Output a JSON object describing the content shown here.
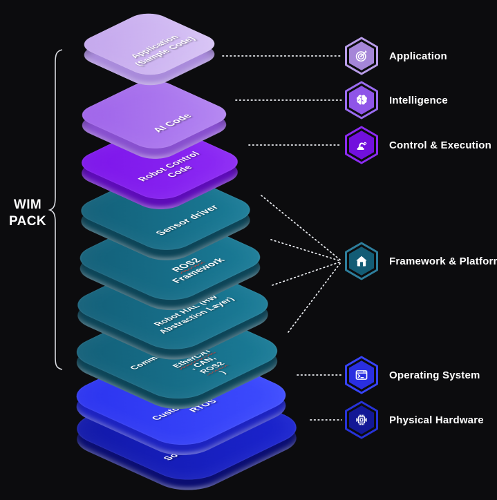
{
  "title": {
    "line1": "WIM",
    "line2": "PACK"
  },
  "layers": [
    {
      "name": "soc",
      "lines": [
        "SoC(System on Chip)"
      ],
      "top_color_a": "#1118a6",
      "top_color_b": "#1c25d2",
      "side_color": "#0b0e72"
    },
    {
      "name": "custom-rt-kernel",
      "lines": [
        "Custom RT Kernel,",
        "RTOS"
      ],
      "top_color_a": "#2a32ee",
      "top_color_b": "#3f4eff",
      "side_color": "#1d23c0"
    },
    {
      "name": "communication-code",
      "lines": [
        "Communication Code",
        "(EtherCAT, CAN, ROS2)"
      ],
      "squiggle_words": [
        "EtherCAT",
        "ROS2"
      ],
      "top_color_a": "#125d76",
      "top_color_b": "#1b7e9a",
      "side_color": "#0d4558"
    },
    {
      "name": "robot-hal",
      "lines": [
        "Robot HAL (HW",
        "Abstraction Layer)"
      ],
      "top_color_a": "#125d76",
      "top_color_b": "#1b7e9a",
      "side_color": "#0d4558"
    },
    {
      "name": "ros2-framework",
      "lines": [
        "ROS2 Framework"
      ],
      "squiggle_words": [
        "ROS2"
      ],
      "top_color_a": "#125d76",
      "top_color_b": "#1b7e9a",
      "side_color": "#0d4558"
    },
    {
      "name": "sensor-driver",
      "lines": [
        "Sensor driver"
      ],
      "top_color_a": "#125d76",
      "top_color_b": "#1b7e9a",
      "side_color": "#0d4558"
    },
    {
      "name": "robot-control-code",
      "lines": [
        "Robot Control",
        "Code"
      ],
      "top_color_a": "#7b13e9",
      "top_color_b": "#8e2cf5",
      "side_color": "#5d0cb8"
    },
    {
      "name": "ai-code",
      "lines": [
        "AI Code"
      ],
      "top_color_a": "#9d60e9",
      "top_color_b": "#b588f2",
      "side_color": "#8850cf"
    },
    {
      "name": "application",
      "lines": [
        "Application",
        "(Sample Code)"
      ],
      "top_color_a": "#c2a4ec",
      "top_color_b": "#d9c6f6",
      "side_color": "#a98bdb"
    }
  ],
  "legend": [
    {
      "label": "Application",
      "icon": "target-icon",
      "fill": "#a586d8",
      "stroke": "#b89ce8"
    },
    {
      "label": "Intelligence",
      "icon": "brain-icon",
      "fill": "#8f55e8",
      "stroke": "#9a6cf0"
    },
    {
      "label": "Control & Execution",
      "icon": "robot-arm-icon",
      "fill": "#7210dd",
      "stroke": "#8c2bf2"
    },
    {
      "label": "Framework & Platform",
      "icon": "home-icon",
      "fill": "#135c75",
      "stroke": "#2e7e9c"
    },
    {
      "label": "Operating System",
      "icon": "terminal-icon",
      "fill": "#2a2fe0",
      "stroke": "#3743f8"
    },
    {
      "label": "Physical Hardware",
      "icon": "chip-icon",
      "fill": "#131895",
      "stroke": "#2733d8"
    }
  ],
  "colors": {
    "background": "#0c0c0e",
    "connector": "#eceef2",
    "brace": "#d9dbe0",
    "squiggle": "#e03a2f",
    "label_text": "#ffffff"
  }
}
